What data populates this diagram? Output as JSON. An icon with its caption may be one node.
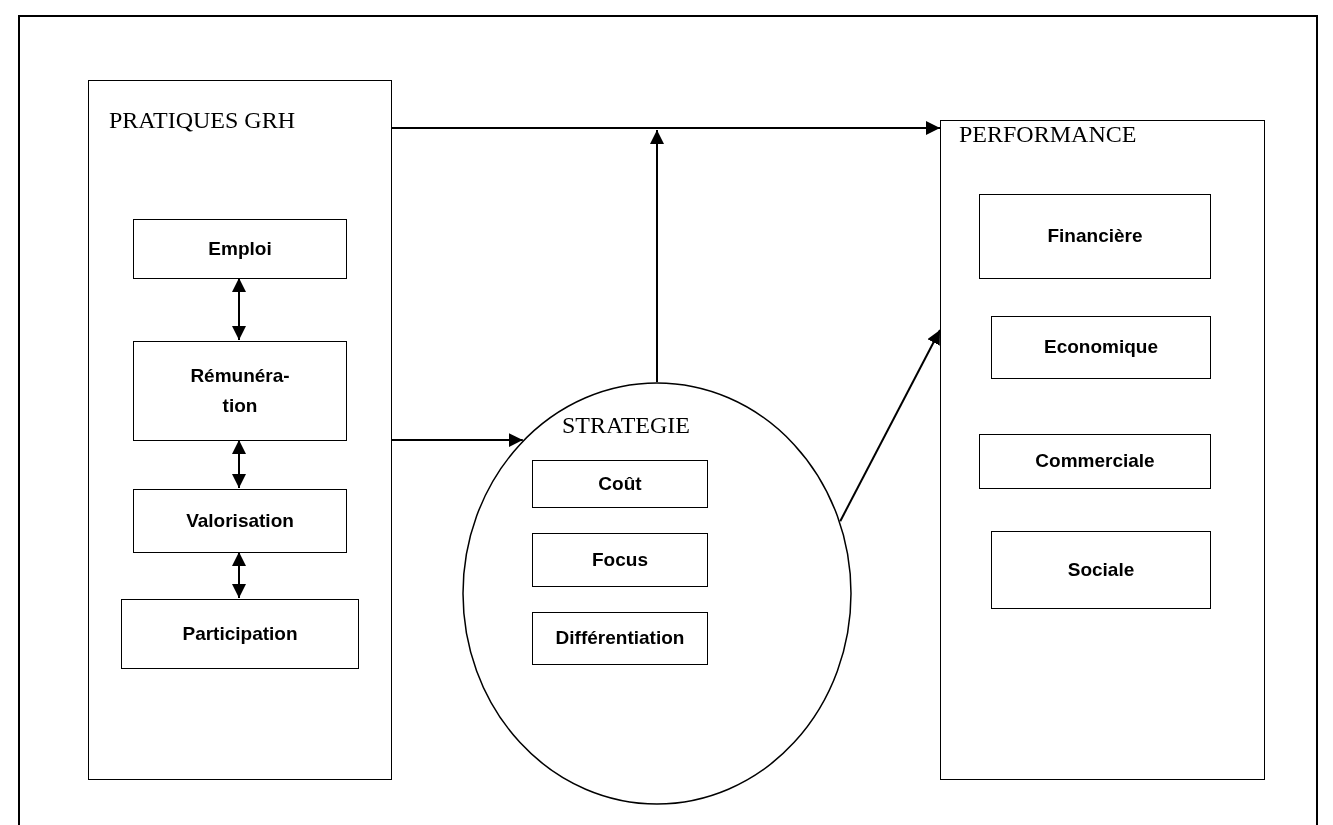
{
  "diagram": {
    "nodes": [
      {
        "text": [
          "PRATIQUES GRH"
        ]
      },
      {
        "text": [
          "Emploi"
        ],
        "in": 0
      },
      {
        "text": [
          "Rémunéra- tion"
        ],
        "in": 0
      },
      {
        "text": [
          "Valorisation"
        ],
        "in": 0
      },
      {
        "text": [
          "Participation"
        ],
        "in": 0
      },
      {
        "text": [
          "STRATEGIE"
        ]
      },
      {
        "text": [
          "Coût"
        ],
        "in": 5
      },
      {
        "text": [
          "Focus"
        ],
        "in": 5
      },
      {
        "text": [
          "Différentiation"
        ],
        "in": 5
      },
      {
        "text": [
          "PERFORMANCE"
        ]
      },
      {
        "text": [
          "Financière"
        ],
        "in": 9
      },
      {
        "text": [
          "Economique"
        ],
        "in": 9
      },
      {
        "text": [
          "Commerciale"
        ],
        "in": 9
      },
      {
        "text": [
          "Sociale"
        ],
        "in": 9
      }
    ],
    "edges": [
      {
        "from": 0,
        "to": 9,
        "arrow": "to"
      },
      {
        "from": 5,
        "to": null,
        "arrow": "to"
      },
      {
        "from": 1,
        "to": 2,
        "arrow": "both"
      },
      {
        "from": 2,
        "to": 3,
        "arrow": "both"
      },
      {
        "from": 3,
        "to": 4,
        "arrow": "both"
      },
      {
        "from": 0,
        "to": 5,
        "arrow": "to"
      },
      {
        "from": 5,
        "to": 9,
        "arrow": "to"
      }
    ]
  }
}
